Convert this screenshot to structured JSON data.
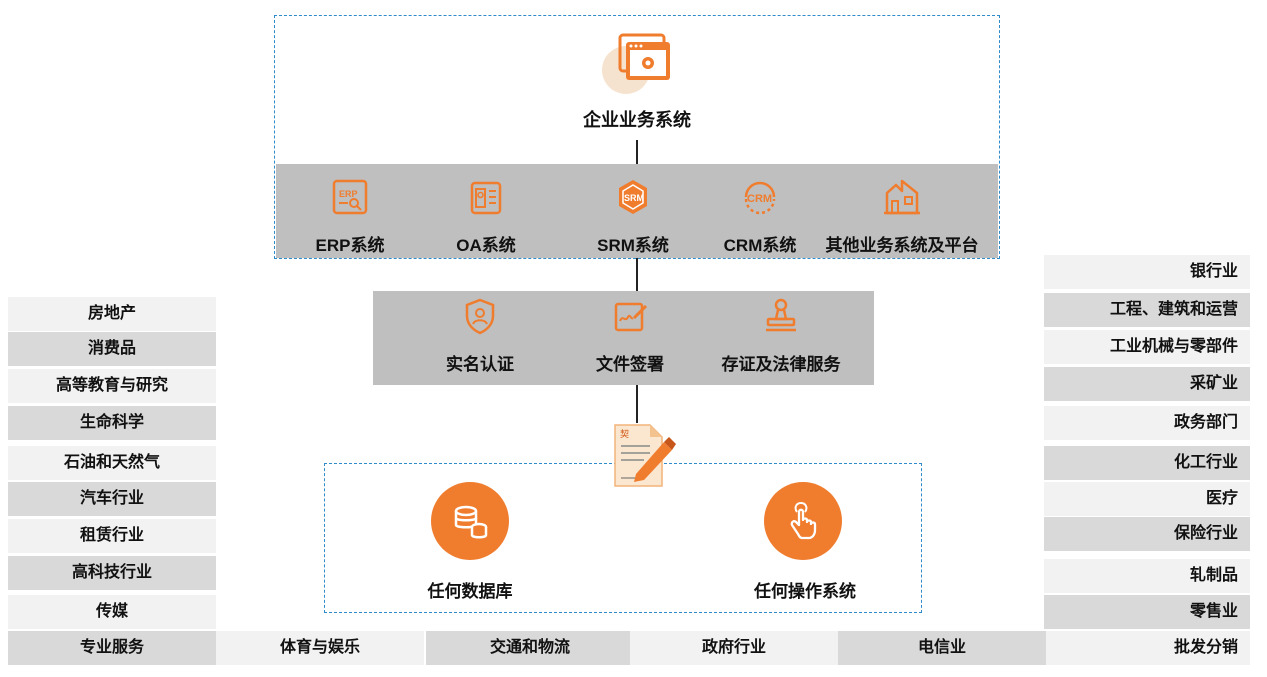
{
  "colors": {
    "accent": "#f07c2e",
    "dash": "#2f8bc9",
    "band": "#bfbfbf",
    "row_dark": "#d9d9d9",
    "row_light": "#f2f2f2"
  },
  "top": {
    "title": "企业业务系统",
    "icon": "app-settings-icon",
    "systems": [
      {
        "label": "ERP系统",
        "icon": "erp-icon"
      },
      {
        "label": "OA系统",
        "icon": "oa-id-card-icon"
      },
      {
        "label": "SRM系统",
        "icon": "srm-icon"
      },
      {
        "label": "CRM系统",
        "icon": "crm-icon"
      },
      {
        "label": "其他业务系统及平台",
        "icon": "building-icon"
      }
    ]
  },
  "middle": {
    "services": [
      {
        "label": "实名认证",
        "icon": "shield-user-icon"
      },
      {
        "label": "文件签署",
        "icon": "sign-document-icon"
      },
      {
        "label": "存证及法律服务",
        "icon": "stamp-icon"
      }
    ]
  },
  "bottom": {
    "contract_icon": "contract-sign-icon",
    "items": [
      {
        "label": "任何数据库",
        "icon": "database-icon"
      },
      {
        "label": "任何操作系统",
        "icon": "touch-hand-icon"
      }
    ]
  },
  "industries_left": [
    "房地产",
    "消费品",
    "高等教育与研究",
    "生命科学",
    "石油和天然气",
    "汽车行业",
    "租赁行业",
    "高科技行业",
    "传媒",
    "专业服务"
  ],
  "industries_right": [
    "银行业",
    "工程、建筑和运营",
    "工业机械与零部件",
    "采矿业",
    "政务部门",
    "化工行业",
    "医疗",
    "保险行业",
    "轧制品",
    "零售业",
    "批发分销"
  ],
  "industries_bottom": [
    "体育与娱乐",
    "交通和物流",
    "政府行业",
    "电信业"
  ]
}
